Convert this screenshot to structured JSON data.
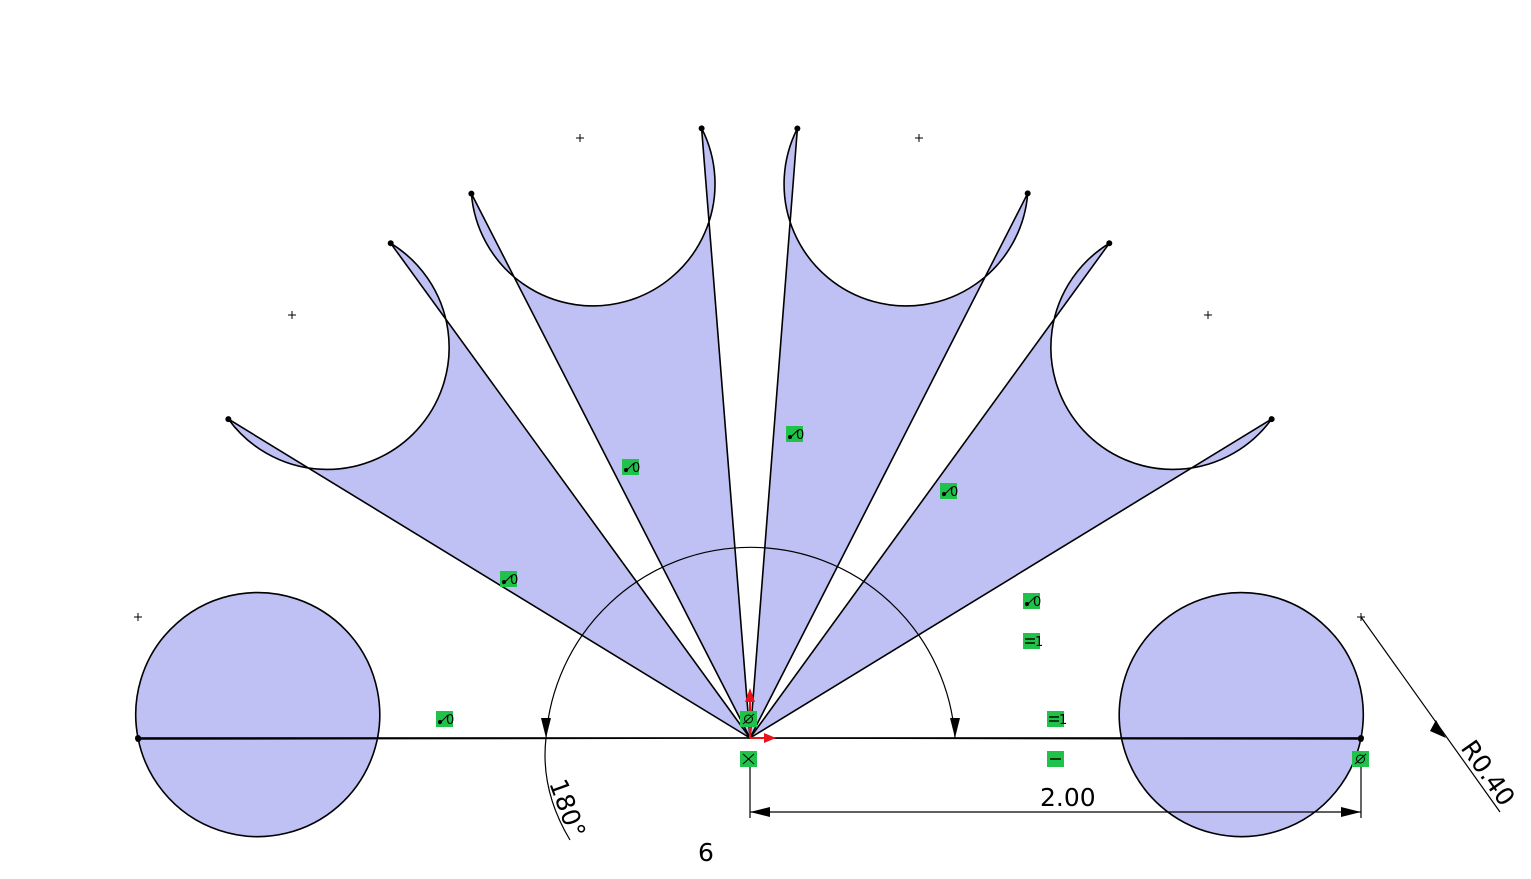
{
  "sketch": {
    "petal_count": 6,
    "colors": {
      "fill": "#bfc0f4",
      "outline": "#000000",
      "relation_badge": "#21c24a",
      "origin_arrow": "#e8131b"
    },
    "relation_icons": [
      "coincident-icon",
      "equal-icon",
      "horizontal-icon",
      "fix-icon",
      "tangent-icon"
    ]
  },
  "dimensions": {
    "angle": "180°",
    "length": "2.00",
    "radius": "R0.40",
    "pattern_count": "6"
  },
  "relations": {
    "tangent_label": "0",
    "equal_label": "1"
  }
}
